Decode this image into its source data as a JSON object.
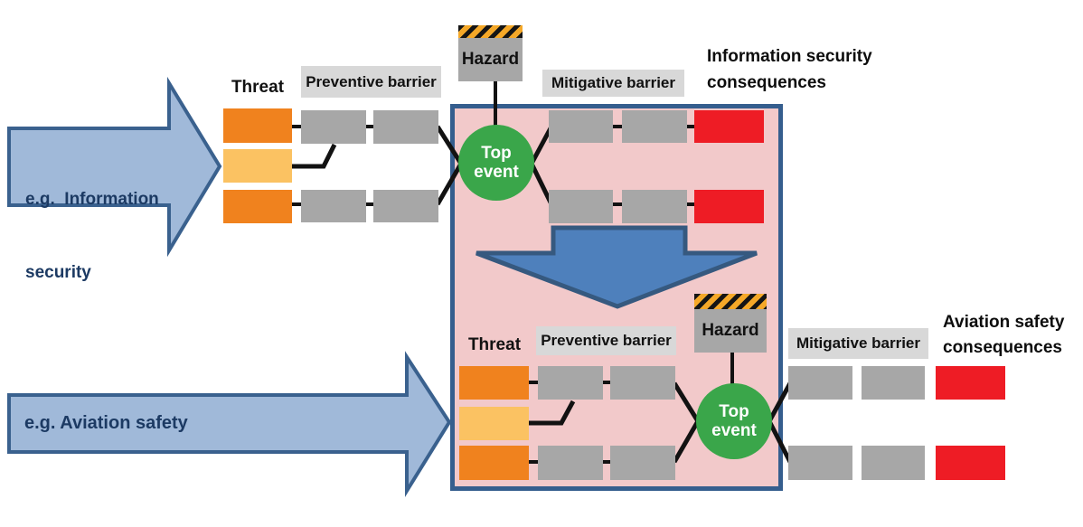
{
  "title": "Bow-tie risk model comparison diagram",
  "colors": {
    "orange": "#F0821E",
    "light_orange": "#FBC262",
    "gray": "#A7A7A7",
    "label_bg": "#D8D8D8",
    "red": "#EE1C25",
    "green": "#3AA64A",
    "pink": "#F2C9CA",
    "pink_border": "#355E8E",
    "arrow_fill": "#A0B9D9",
    "arrow_border": "#3A618E",
    "down_arrow_fill": "#4E80BC",
    "down_arrow_border": "#36597F",
    "navy_text": "#1C3A63",
    "tape_orange": "#F5A828"
  },
  "icons": {
    "hazard_tape": "hazard-tape-icon",
    "info_arrow": "right-arrow-icon",
    "aviation_arrow": "right-arrow-icon",
    "down_arrow": "down-arrow-icon"
  },
  "sections": {
    "info": {
      "arrow_label_lines": [
        "e.g.  Information",
        "security"
      ],
      "threat_label": "Threat",
      "preventive_label": "Preventive barrier",
      "hazard_label": "Hazard",
      "top_event_lines": [
        "Top",
        "event"
      ],
      "mitigative_label": "Mitigative barrier",
      "consequences_lines": [
        "Information security",
        "consequences"
      ]
    },
    "aviation": {
      "arrow_label": "e.g. Aviation safety",
      "threat_label": "Threat",
      "preventive_label": "Preventive barrier",
      "hazard_label": "Hazard",
      "top_event_lines": [
        "Top",
        "event"
      ],
      "mitigative_label": "Mitigative barrier",
      "consequences_lines": [
        "Aviation safety",
        "consequences"
      ]
    }
  }
}
